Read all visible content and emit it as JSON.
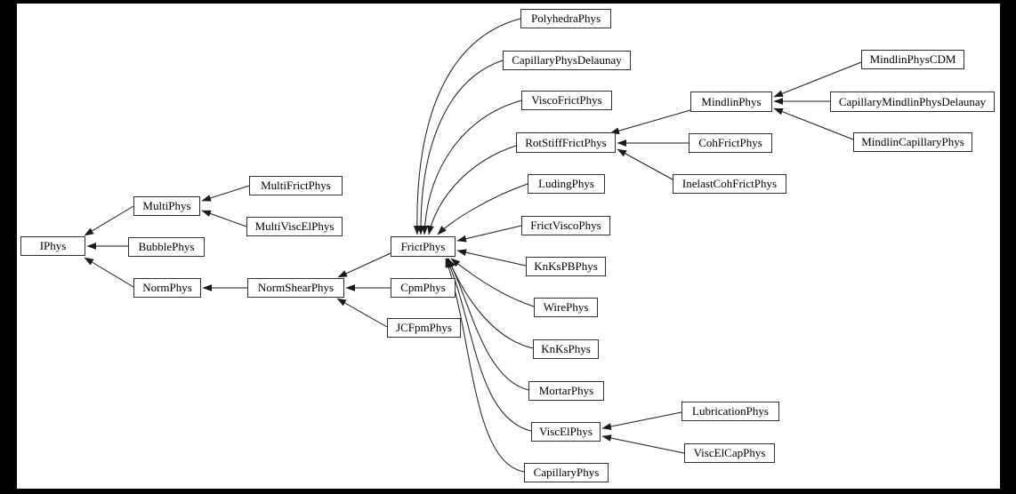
{
  "diagram": {
    "type": "inheritance-graph",
    "root_class": "IPhys",
    "background_color": "#000000",
    "canvas_color": "#ffffff",
    "node_fill": "#ffffff",
    "node_border_color": "#2e2e2e",
    "edge_color": "#1a1a1a",
    "nodes": [
      {
        "id": "iphys",
        "label": "IPhys"
      },
      {
        "id": "multiphys",
        "label": "MultiPhys"
      },
      {
        "id": "bubblephys",
        "label": "BubblePhys"
      },
      {
        "id": "normphys",
        "label": "NormPhys"
      },
      {
        "id": "multifrictphys",
        "label": "MultiFrictPhys"
      },
      {
        "id": "multiviscelphys",
        "label": "MultiViscElPhys"
      },
      {
        "id": "normshearphys",
        "label": "NormShearPhys"
      },
      {
        "id": "cpmphys",
        "label": "CpmPhys"
      },
      {
        "id": "jcfpmphys",
        "label": "JCFpmPhys"
      },
      {
        "id": "frictphys",
        "label": "FrictPhys"
      },
      {
        "id": "polyhedraphys",
        "label": "PolyhedraPhys"
      },
      {
        "id": "capillaryphysdelaunay",
        "label": "CapillaryPhysDelaunay"
      },
      {
        "id": "viscofrictphys",
        "label": "ViscoFrictPhys"
      },
      {
        "id": "rotstifffrictphys",
        "label": "RotStiffFrictPhys"
      },
      {
        "id": "ludingphys",
        "label": "LudingPhys"
      },
      {
        "id": "frictviscophys",
        "label": "FrictViscoPhys"
      },
      {
        "id": "knkspbphys",
        "label": "KnKsPBPhys"
      },
      {
        "id": "wirephys",
        "label": "WirePhys"
      },
      {
        "id": "knksphys",
        "label": "KnKsPhys"
      },
      {
        "id": "mortarphys",
        "label": "MortarPhys"
      },
      {
        "id": "viscelphys",
        "label": "ViscElPhys"
      },
      {
        "id": "capillaryphys",
        "label": "CapillaryPhys"
      },
      {
        "id": "mindlinphys",
        "label": "MindlinPhys"
      },
      {
        "id": "cohfrictphys",
        "label": "CohFrictPhys"
      },
      {
        "id": "inelastcohfrictphys",
        "label": "InelastCohFrictPhys"
      },
      {
        "id": "mindlinphyscdm",
        "label": "MindlinPhysCDM"
      },
      {
        "id": "capillarymindlinphysdelaunay",
        "label": "CapillaryMindlinPhysDelaunay"
      },
      {
        "id": "mindlincapillaryphys",
        "label": "MindlinCapillaryPhys"
      },
      {
        "id": "lubricationphys",
        "label": "LubricationPhys"
      },
      {
        "id": "viscelcapphys",
        "label": "ViscElCapPhys"
      }
    ],
    "edges": [
      {
        "from": "MultiPhys",
        "to": "IPhys"
      },
      {
        "from": "BubblePhys",
        "to": "IPhys"
      },
      {
        "from": "NormPhys",
        "to": "IPhys"
      },
      {
        "from": "MultiFrictPhys",
        "to": "MultiPhys"
      },
      {
        "from": "MultiViscElPhys",
        "to": "MultiPhys"
      },
      {
        "from": "NormShearPhys",
        "to": "NormPhys"
      },
      {
        "from": "FrictPhys",
        "to": "NormShearPhys"
      },
      {
        "from": "CpmPhys",
        "to": "NormShearPhys"
      },
      {
        "from": "JCFpmPhys",
        "to": "NormShearPhys"
      },
      {
        "from": "PolyhedraPhys",
        "to": "FrictPhys"
      },
      {
        "from": "CapillaryPhysDelaunay",
        "to": "FrictPhys"
      },
      {
        "from": "ViscoFrictPhys",
        "to": "FrictPhys"
      },
      {
        "from": "RotStiffFrictPhys",
        "to": "FrictPhys"
      },
      {
        "from": "LudingPhys",
        "to": "FrictPhys"
      },
      {
        "from": "FrictViscoPhys",
        "to": "FrictPhys"
      },
      {
        "from": "KnKsPBPhys",
        "to": "FrictPhys"
      },
      {
        "from": "WirePhys",
        "to": "FrictPhys"
      },
      {
        "from": "KnKsPhys",
        "to": "FrictPhys"
      },
      {
        "from": "MortarPhys",
        "to": "FrictPhys"
      },
      {
        "from": "ViscElPhys",
        "to": "FrictPhys"
      },
      {
        "from": "CapillaryPhys",
        "to": "FrictPhys"
      },
      {
        "from": "MindlinPhys",
        "to": "RotStiffFrictPhys"
      },
      {
        "from": "CohFrictPhys",
        "to": "RotStiffFrictPhys"
      },
      {
        "from": "InelastCohFrictPhys",
        "to": "RotStiffFrictPhys"
      },
      {
        "from": "MindlinPhysCDM",
        "to": "MindlinPhys"
      },
      {
        "from": "CapillaryMindlinPhysDelaunay",
        "to": "MindlinPhys"
      },
      {
        "from": "MindlinCapillaryPhys",
        "to": "MindlinPhys"
      },
      {
        "from": "LubricationPhys",
        "to": "ViscElPhys"
      },
      {
        "from": "ViscElCapPhys",
        "to": "ViscElPhys"
      }
    ]
  }
}
